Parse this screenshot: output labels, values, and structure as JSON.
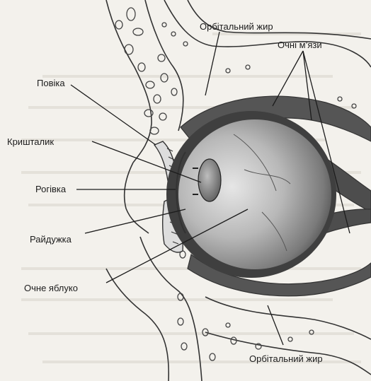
{
  "labels": {
    "orbital_fat_top": "Орбітальний жир",
    "eye_muscles": "Очні м’язи",
    "eyelid": "Повіка",
    "lens": "Кришталик",
    "cornea": "Рогівка",
    "iris": "Райдужка",
    "eyeball": "Очне яблуко",
    "orbital_fat_bottom": "Орбітальний жир"
  },
  "colors": {
    "paper": "#f3f1ec",
    "outline": "#333333",
    "muscle": "#555555",
    "eyeball_dark": "#4a4a4a",
    "eyeball_mid": "#9a9a9a",
    "label": "#1c1c1c"
  }
}
